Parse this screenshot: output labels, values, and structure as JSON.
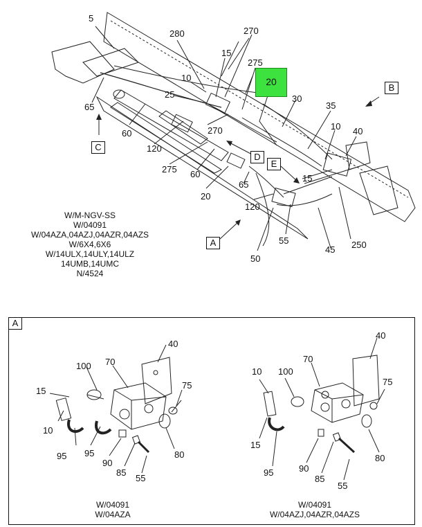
{
  "main_view": {
    "callouts": [
      "5",
      "280",
      "270",
      "15",
      "275",
      "20",
      "10",
      "25",
      "65",
      "60",
      "270",
      "30",
      "35",
      "10",
      "40",
      "120",
      "275",
      "60",
      "20",
      "65",
      "15",
      "120",
      "55",
      "45",
      "250",
      "50"
    ],
    "view_markers": [
      "B",
      "C",
      "D",
      "E",
      "A"
    ],
    "notes": [
      "W/M-NGV-SS",
      "W/04091",
      "W/04AZA,04AZJ,04AZR,04AZS",
      "W/6X4,6X6",
      "W/14ULX,14ULY,14ULZ",
      "14UMB,14UMC",
      "N/4524"
    ]
  },
  "detail": {
    "frame_label": "A",
    "left": {
      "callouts": [
        "40",
        "100",
        "70",
        "15",
        "75",
        "10",
        "95",
        "95",
        "90",
        "85",
        "80",
        "55"
      ],
      "caption": [
        "W/04091",
        "W/04AZA"
      ]
    },
    "right": {
      "callouts": [
        "40",
        "10",
        "100",
        "70",
        "75",
        "15",
        "90",
        "95",
        "85",
        "80",
        "55"
      ],
      "caption": [
        "W/04091",
        "W/04AZJ,04AZR,04AZS"
      ]
    }
  },
  "colors": {
    "highlight": "#3ee23e",
    "line": "#222222"
  }
}
